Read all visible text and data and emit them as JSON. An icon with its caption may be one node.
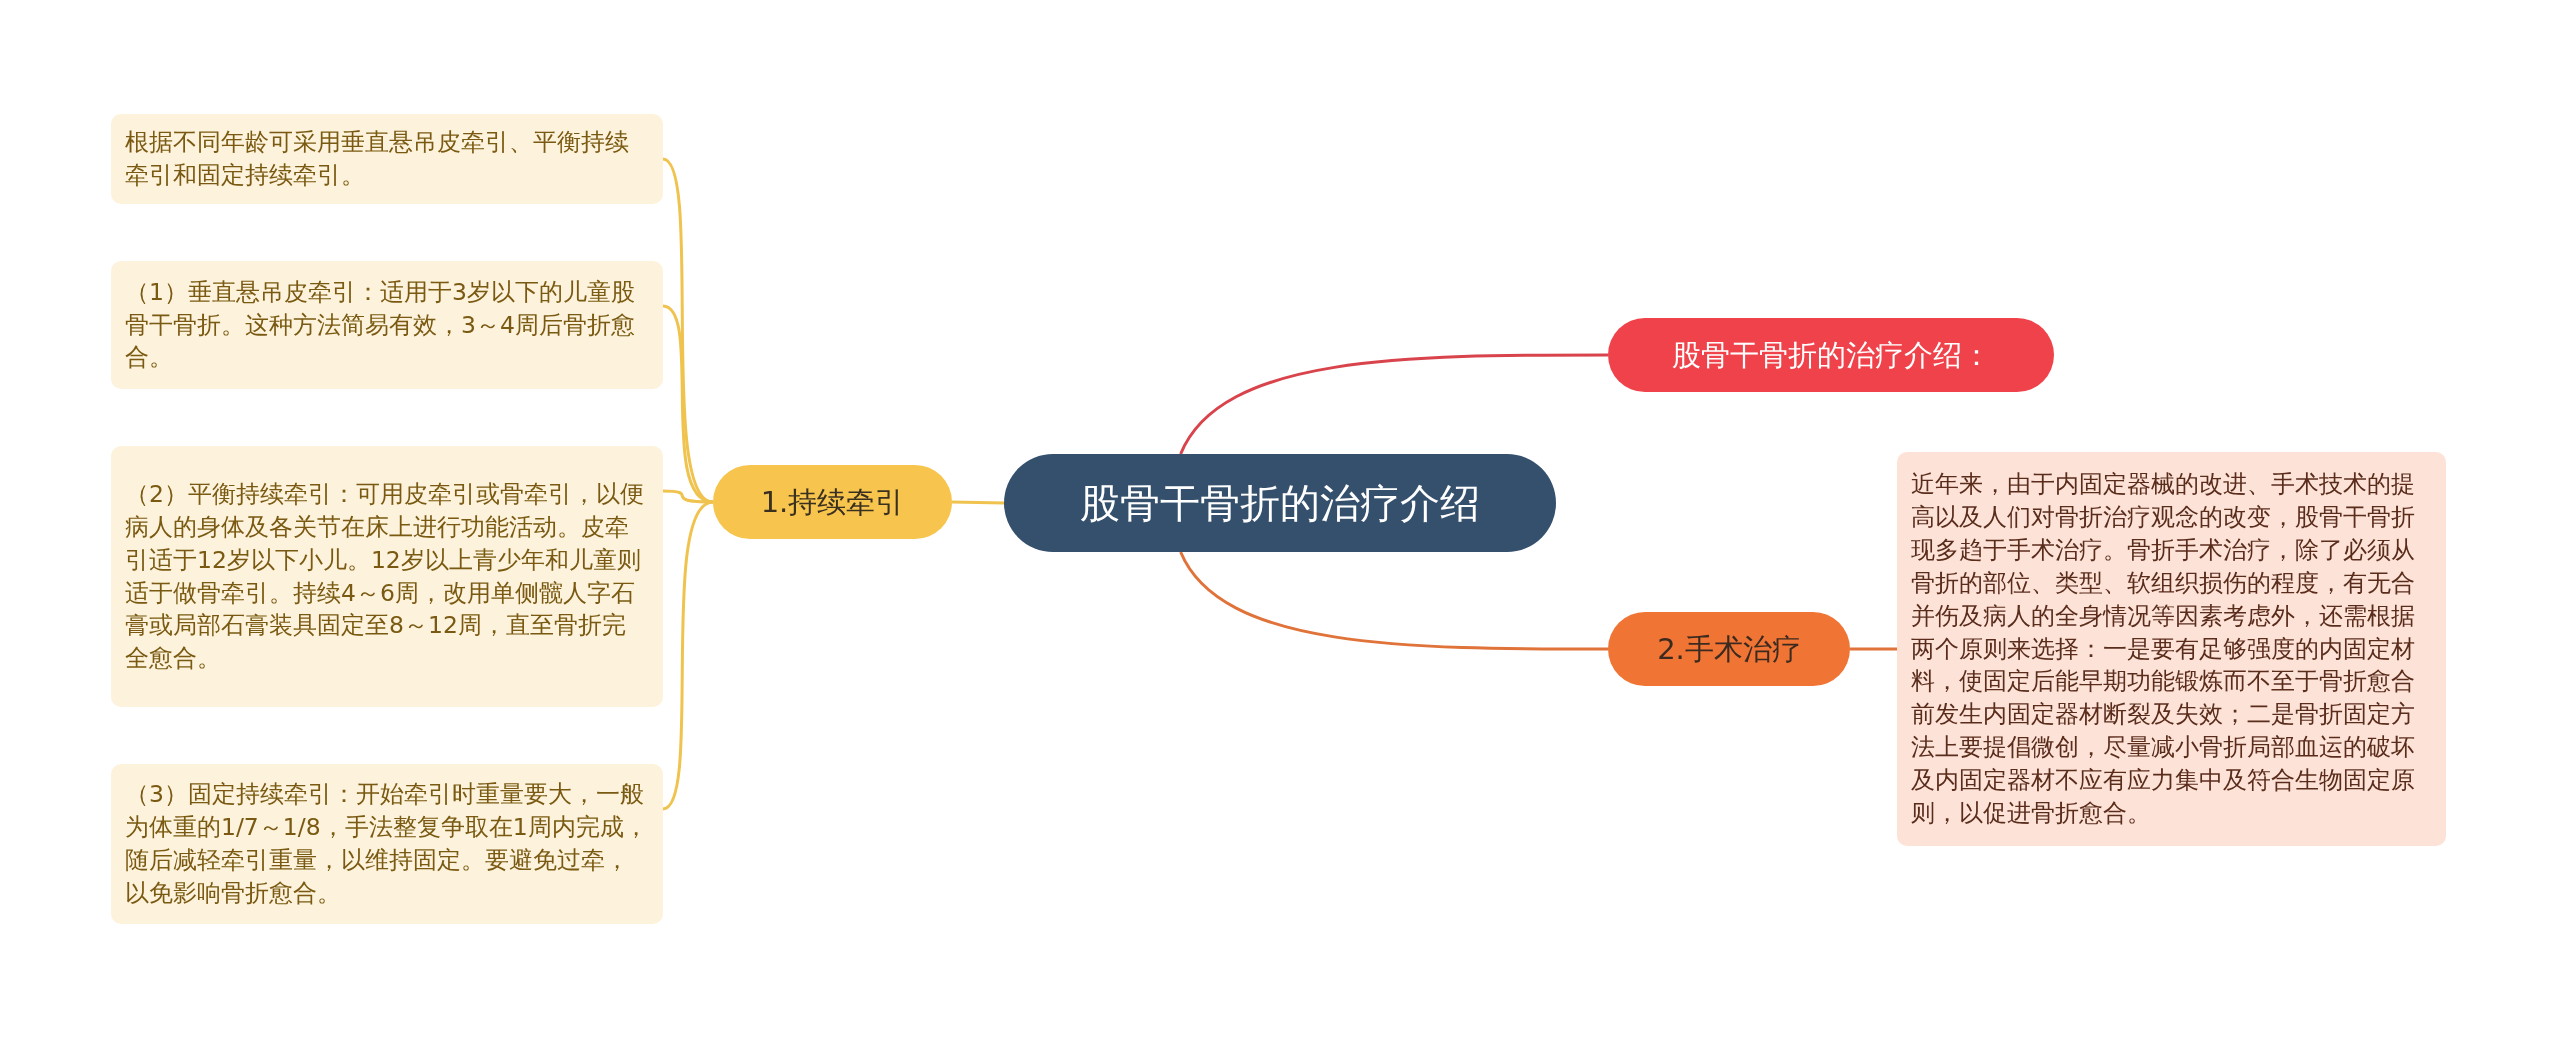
{
  "diagram": {
    "nodes": [
      {
        "text": [
          "股骨干骨折的治疗介绍"
        ]
      },
      {
        "text": [
          "股骨干骨折的治疗介绍："
        ]
      },
      {
        "text": [
          "2.手术治疗"
        ]
      },
      {
        "text": [
          "近年来，由于内固定器械的改进、手术技术的提高以及人们对骨折治疗观念的改变，股骨干骨折现多趋于手术治疗。骨折手术治疗，除了必须从骨折的部位、类型、软组织损伤的程度，有无合并伤及病人的全身情况等因素考虑外，还需根据两个原则来选择：一是要有足够强度的内固定材料，使固定后能早期功能锻炼而不至于骨折愈合前发生内固定器材断裂及失效；二是骨折固定方法上要提倡微创，尽量减小骨折局部血运的破坏及内固定器材不应有应力集中及符合生物固定原则，以促进骨折愈合。"
        ]
      },
      {
        "text": [
          "1.持续牵引"
        ]
      },
      {
        "text": [
          "根据不同年龄可采用垂直悬吊皮牵引、平衡持续牵引和固定持续牵引。"
        ]
      },
      {
        "text": [
          "（1）垂直悬吊皮牵引：适用于3岁以下的儿童股骨干骨折。这种方法简易有效，3～4周后骨折愈合。"
        ]
      },
      {
        "text": [
          "（2）平衡持续牵引：可用皮牵引或骨牵引，以便病人的身体及各关节在床上进行功能活动。皮牵引适于12岁以下小儿。12岁以上青少年和儿童则适于做骨牵引。持续4～6周，改用单侧髋人字石膏或局部石膏装具固定至8～12周，直至骨折完全愈合。"
        ]
      },
      {
        "text": [
          "（3）固定持续牵引：开始牵引时重量要大，一般为体重的1/7～1/8，手法整复争取在1周内完成，随后减轻牵引重量，以维持固定。要避免过牵，以免影响骨折愈合。"
        ]
      }
    ],
    "edges": [
      {
        "from": 0,
        "to": 1,
        "arrow": "none",
        "color": "#d9434b"
      },
      {
        "from": 0,
        "to": 2,
        "arrow": "none",
        "color": "#e0733a"
      },
      {
        "from": 2,
        "to": 3,
        "arrow": "none",
        "color": "#e0733a"
      },
      {
        "from": 0,
        "to": 4,
        "arrow": "none"
      },
      {
        "from": 4,
        "to": 5,
        "arrow": "none"
      },
      {
        "from": 4,
        "to": 6,
        "arrow": "none"
      },
      {
        "from": 4,
        "to": 7,
        "arrow": "none"
      },
      {
        "from": 4,
        "to": 8,
        "arrow": "none"
      }
    ]
  }
}
